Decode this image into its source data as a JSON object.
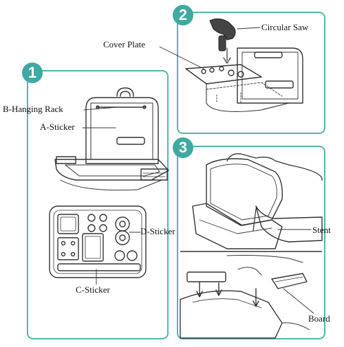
{
  "colors": {
    "panel_border": "#4fb6b0",
    "badge_fill": "#3fa9a3",
    "badge_text": "#ffffff",
    "line_art": "#333333"
  },
  "steps": [
    {
      "number": "1",
      "labels": {
        "hanging_rack": "B-Hanging Rack",
        "a_sticker": "A-Sticker",
        "d_sticker": "D-Sticker",
        "c_sticker": "C-Sticker"
      }
    },
    {
      "number": "2",
      "labels": {
        "circular_saw": "Circular Saw",
        "cover_plate": "Cover Plate"
      }
    },
    {
      "number": "3",
      "labels": {
        "stent": "Stent",
        "board": "Board"
      }
    }
  ]
}
